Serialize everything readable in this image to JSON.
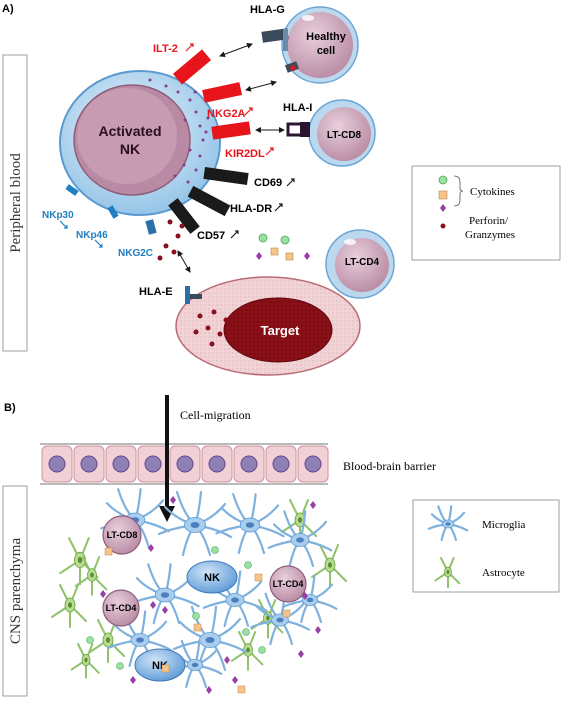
{
  "panel_a": {
    "label": "A)",
    "side_label": "Peripheral blood",
    "nk_label_line1": "Activated",
    "nk_label_line2": "NK",
    "healthy_line1": "Healthy",
    "healthy_line2": "cell",
    "lt_cd8": "LT-CD8",
    "lt_cd4": "LT-CD4",
    "target": "Target",
    "hla_g": "HLA-G",
    "hla_i": "HLA-I",
    "hla_e": "HLA-E",
    "receptors_red": [
      "ILT-2",
      "NKG2A",
      "KIR2DL"
    ],
    "receptors_black": [
      "CD69",
      "HLA-DR",
      "CD57"
    ],
    "receptors_blue": [
      "NKp30",
      "NKp46",
      "NKG2C"
    ],
    "legend": {
      "cytokines": "Cytokines",
      "perforin_line1": "Perforin/",
      "perforin_line2": "Granzymes"
    }
  },
  "panel_b": {
    "label": "B)",
    "side_label": "CNS parenchyma",
    "migration": "Cell-migration",
    "bbb": "Blood-brain barrier",
    "cells": [
      "LT-CD8",
      "NK",
      "LT-CD4",
      "LT-CD4",
      "NK"
    ],
    "legend": {
      "microglia": "Microglia",
      "astrocyte": "Astrocyte"
    }
  },
  "colors": {
    "inhibitory": "#e8141b",
    "activating": "#1f7fc1",
    "marker": "#1a1a1a",
    "cell_fill": "#c9a0b6",
    "target_fill": "#8b0f16",
    "granule": "#8a1020"
  }
}
